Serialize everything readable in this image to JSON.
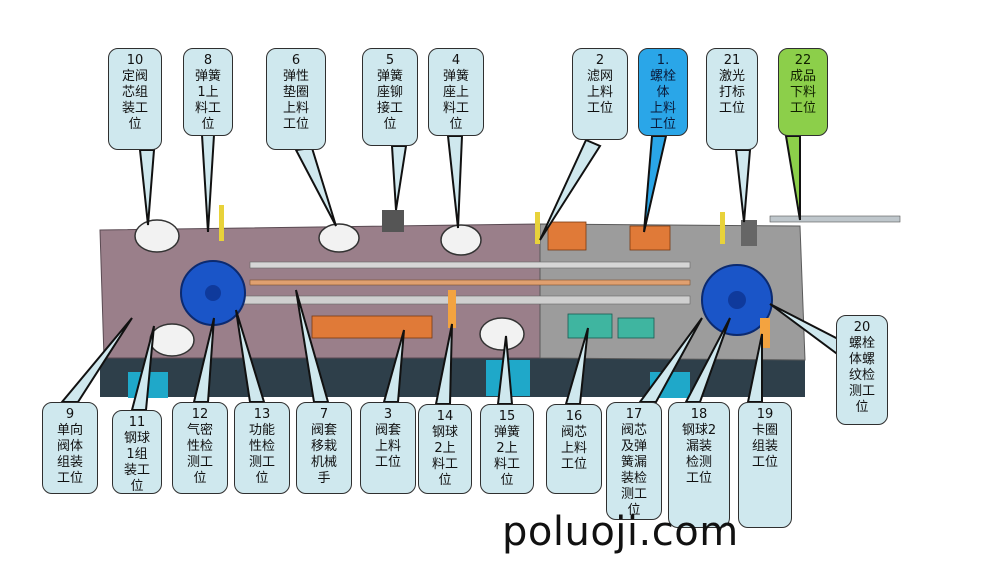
{
  "callouts": [
    {
      "id": "c10",
      "number": "10",
      "text": "定阀\n芯组\n装工\n位",
      "style": "default"
    },
    {
      "id": "c8",
      "number": "8",
      "text": "弹簧\n1上\n料工\n位",
      "style": "default"
    },
    {
      "id": "c6",
      "number": "6",
      "text": "弹性\n垫圈\n上料\n工位",
      "style": "default"
    },
    {
      "id": "c5",
      "number": "5",
      "text": "弹簧\n座铆\n接工\n位",
      "style": "default"
    },
    {
      "id": "c4",
      "number": "4",
      "text": "弹簧\n座上\n料工\n位",
      "style": "default"
    },
    {
      "id": "c2",
      "number": "2",
      "text": "滤网\n上料\n工位",
      "style": "default"
    },
    {
      "id": "c1",
      "number": "1.",
      "text": "螺栓\n体\n上料\n工位",
      "style": "blue"
    },
    {
      "id": "c21",
      "number": "21",
      "text": "激光\n打标\n工位",
      "style": "default"
    },
    {
      "id": "c22",
      "number": "22",
      "text": "成品\n下料\n工位",
      "style": "green"
    },
    {
      "id": "c20",
      "number": "20",
      "text": "螺栓\n体螺\n纹检\n测工\n位",
      "style": "default"
    },
    {
      "id": "c9",
      "number": "9",
      "text": "单向\n阀体\n组装\n工位",
      "style": "default"
    },
    {
      "id": "c11",
      "number": "11",
      "text": "钢球\n1组\n装工\n位",
      "style": "default"
    },
    {
      "id": "c12",
      "number": "12",
      "text": "气密\n性检\n测工\n位",
      "style": "default"
    },
    {
      "id": "c13",
      "number": "13",
      "text": "功能\n性检\n测工\n位",
      "style": "default"
    },
    {
      "id": "c7",
      "number": "7",
      "text": "阀套\n移栽\n机械\n手",
      "style": "default"
    },
    {
      "id": "c3",
      "number": "3",
      "text": "阀套\n上料\n工位",
      "style": "default"
    },
    {
      "id": "c14",
      "number": "14",
      "text": "钢球\n2上\n料工\n位",
      "style": "default"
    },
    {
      "id": "c15",
      "number": "15",
      "text": "弹簧\n2上\n料工\n位",
      "style": "default"
    },
    {
      "id": "c16",
      "number": "16",
      "text": "阀芯\n上料\n工位",
      "style": "default"
    },
    {
      "id": "c17",
      "number": "17",
      "text": "阀芯\n及弹\n簧漏\n装检\n测工\n位",
      "style": "default"
    },
    {
      "id": "c18",
      "number": "18",
      "text": "钢球2\n漏装\n检测\n工位",
      "style": "default"
    },
    {
      "id": "c19",
      "number": "19",
      "text": "卡圈\n组装\n工位",
      "style": "default"
    }
  ],
  "watermark": "poluoji.com",
  "colors": {
    "callout_fill": "#cfe8ee",
    "callout_blue": "#2aa6e8",
    "callout_green": "#8ccf4a",
    "turntable": "#1a55c8",
    "base_left": "#9a7f8a",
    "base_right": "#9c9c9c",
    "frame": "#2e3f4a",
    "accent_orange": "#e07a38"
  }
}
